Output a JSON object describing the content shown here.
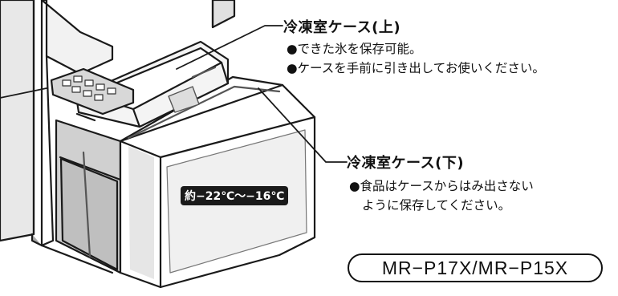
{
  "upper_case": {
    "title": "冷凍室ケース(上)",
    "notes": [
      "●できた氷を保存可能。",
      "●ケースを手前に引き出してお使いください。"
    ]
  },
  "lower_case": {
    "title": "冷凍室ケース(下)",
    "notes": [
      "●食品はケースからはみ出さない",
      "ように保存してください。"
    ]
  },
  "temperature_label": "約−22℃〜−16℃",
  "model_label": "MR−P17X/MR−P15X"
}
